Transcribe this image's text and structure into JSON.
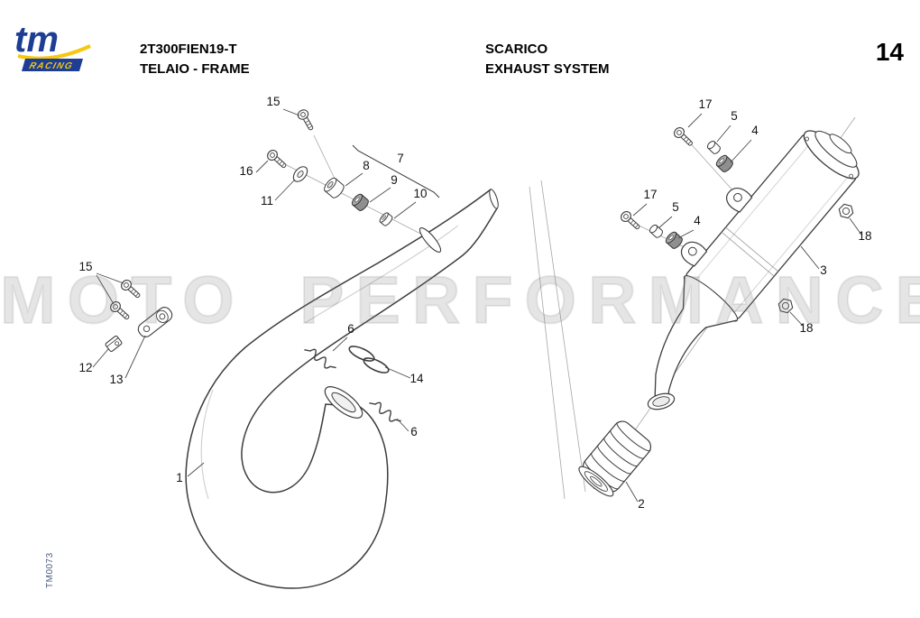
{
  "header": {
    "logo_main": "tm",
    "logo_sub": "RACING",
    "model": "2T300FIEN19-T",
    "section": "TELAIO - FRAME",
    "title_it": "SCARICO",
    "title_en": "EXHAUST SYSTEM",
    "page_number": "14"
  },
  "watermark": "MOTO PERFORMANCE",
  "footer": {
    "drawing_code": "TM0073"
  },
  "brand_colors": {
    "logo_blue": "#1d3e94",
    "logo_yellow": "#f6c80e"
  },
  "diagram": {
    "callouts": [
      {
        "label": "15"
      },
      {
        "label": "16"
      },
      {
        "label": "11"
      },
      {
        "label": "8"
      },
      {
        "label": "7"
      },
      {
        "label": "9"
      },
      {
        "label": "10"
      },
      {
        "label": "15"
      },
      {
        "label": "12"
      },
      {
        "label": "13"
      },
      {
        "label": "6"
      },
      {
        "label": "14"
      },
      {
        "label": "6"
      },
      {
        "label": "1"
      },
      {
        "label": "17"
      },
      {
        "label": "5"
      },
      {
        "label": "4"
      },
      {
        "label": "17"
      },
      {
        "label": "5"
      },
      {
        "label": "4"
      },
      {
        "label": "18"
      },
      {
        "label": "3"
      },
      {
        "label": "18"
      },
      {
        "label": "2"
      }
    ]
  }
}
